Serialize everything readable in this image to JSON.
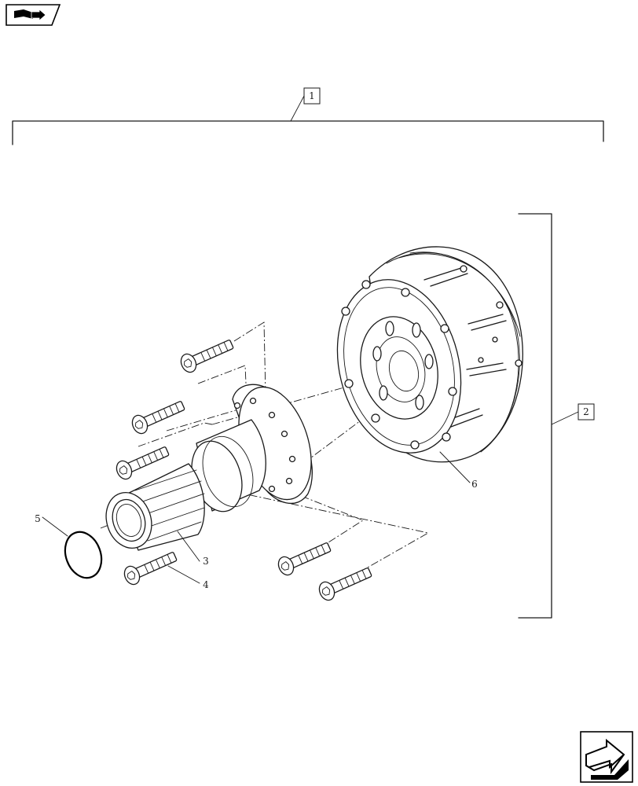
{
  "icons": {
    "top_left": "book-arrow-icon",
    "bottom_right": "next-page-arrow-icon"
  },
  "callouts": {
    "c1": "1",
    "c2": "2",
    "c3": "3",
    "c4": "4",
    "c5": "5",
    "c6": "6"
  }
}
